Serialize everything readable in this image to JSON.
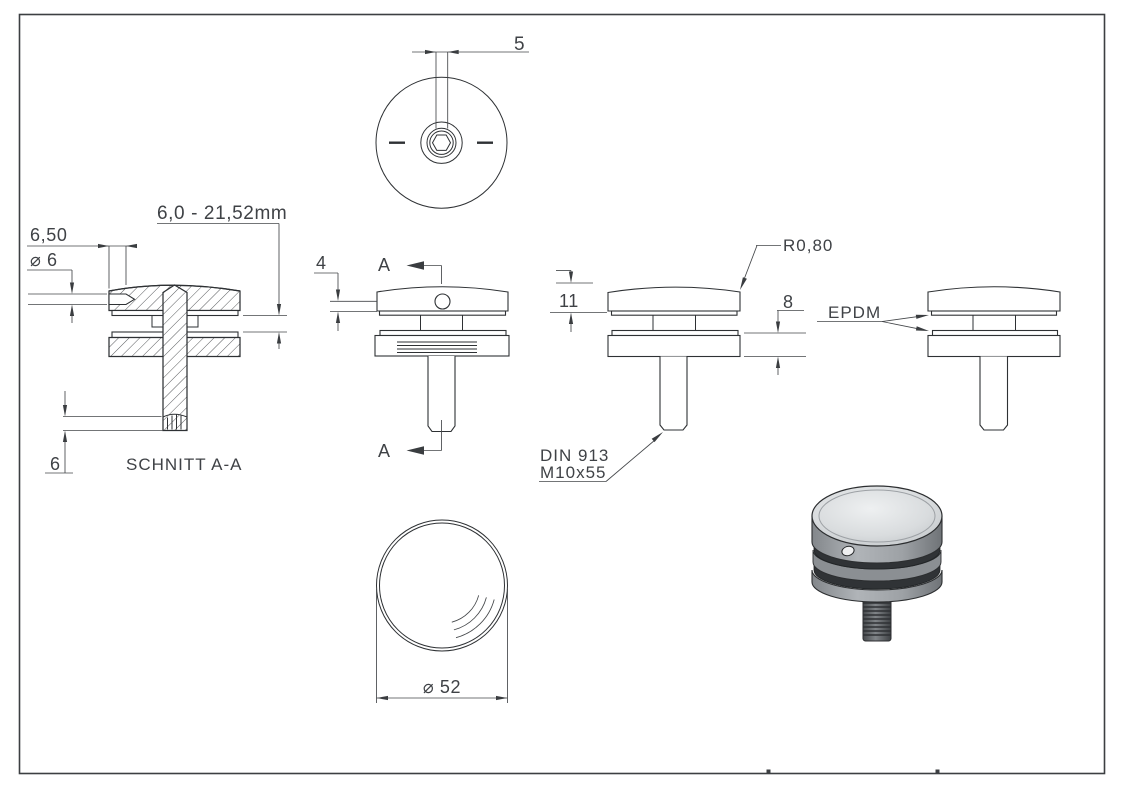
{
  "top_view": {
    "dims": {
      "socket_width": "5"
    }
  },
  "section_view": {
    "caption": "SCHNITT A-A",
    "dims": {
      "glass_range": "6,0 - 21,52mm",
      "hole_depth": "6,50",
      "hole_diameter": "⌀ 6",
      "tip_length": "6"
    }
  },
  "front_view": {
    "dims": {
      "lip_height": "4"
    },
    "section_marker": "A"
  },
  "side_view": {
    "dims": {
      "cap_height": "11",
      "base_height": "8",
      "edge_radius": "R0,80"
    },
    "thread": {
      "standard": "DIN 913",
      "size": "M10x55"
    }
  },
  "material_view": {
    "gasket_material": "EPDM"
  },
  "bottom_view": {
    "dims": {
      "outer_diameter": "⌀ 52"
    }
  },
  "colors": {
    "line": "#2e3134",
    "dimension": "#44474a",
    "text": "#3f4246",
    "render_light": "#e9ebed",
    "render_mid": "#a3a7ab",
    "render_dark": "#303336"
  }
}
